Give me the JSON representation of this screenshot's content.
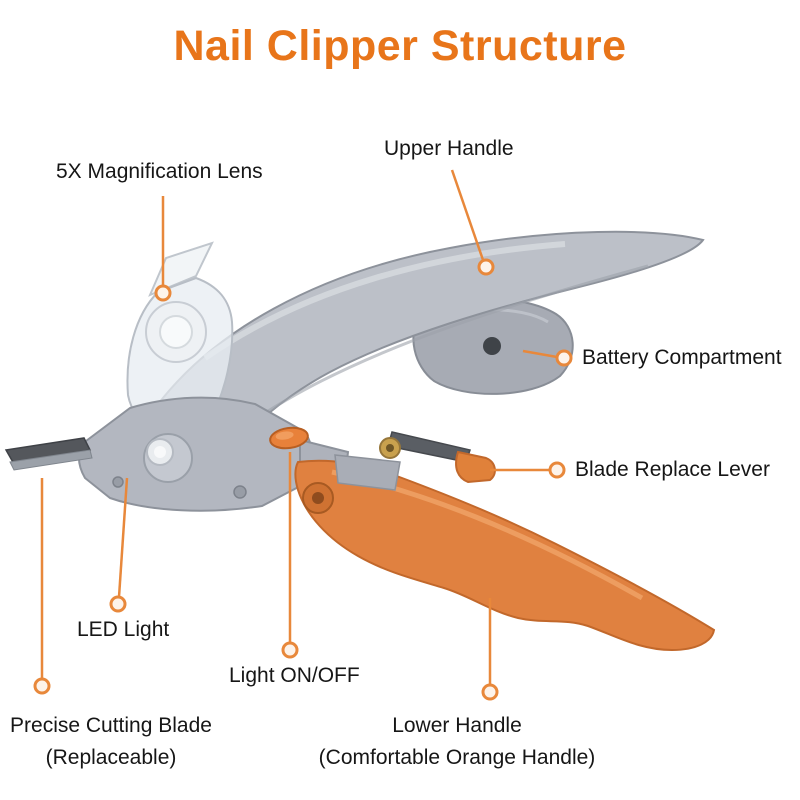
{
  "title": "Nail Clipper Structure",
  "colors": {
    "accent_orange": "#E8751A",
    "callout_orange": "#E8883B",
    "handle_gray": "#BCC0C8",
    "handle_orange": "#E08140",
    "label_text": "#161616",
    "blade_dark": "#54575C"
  },
  "labels": {
    "upper_handle": "Upper Handle",
    "magnification_lens": "5X Magnification Lens",
    "battery_compartment": "Battery Compartment",
    "blade_replace_lever": "Blade Replace Lever",
    "led_light": "LED Light",
    "light_on_off": "Light ON/OFF",
    "cutting_blade_line1": "Precise Cutting Blade",
    "cutting_blade_line2": "(Replaceable)",
    "lower_handle_line1": "Lower Handle",
    "lower_handle_line2": "(Comfortable Orange Handle)"
  }
}
